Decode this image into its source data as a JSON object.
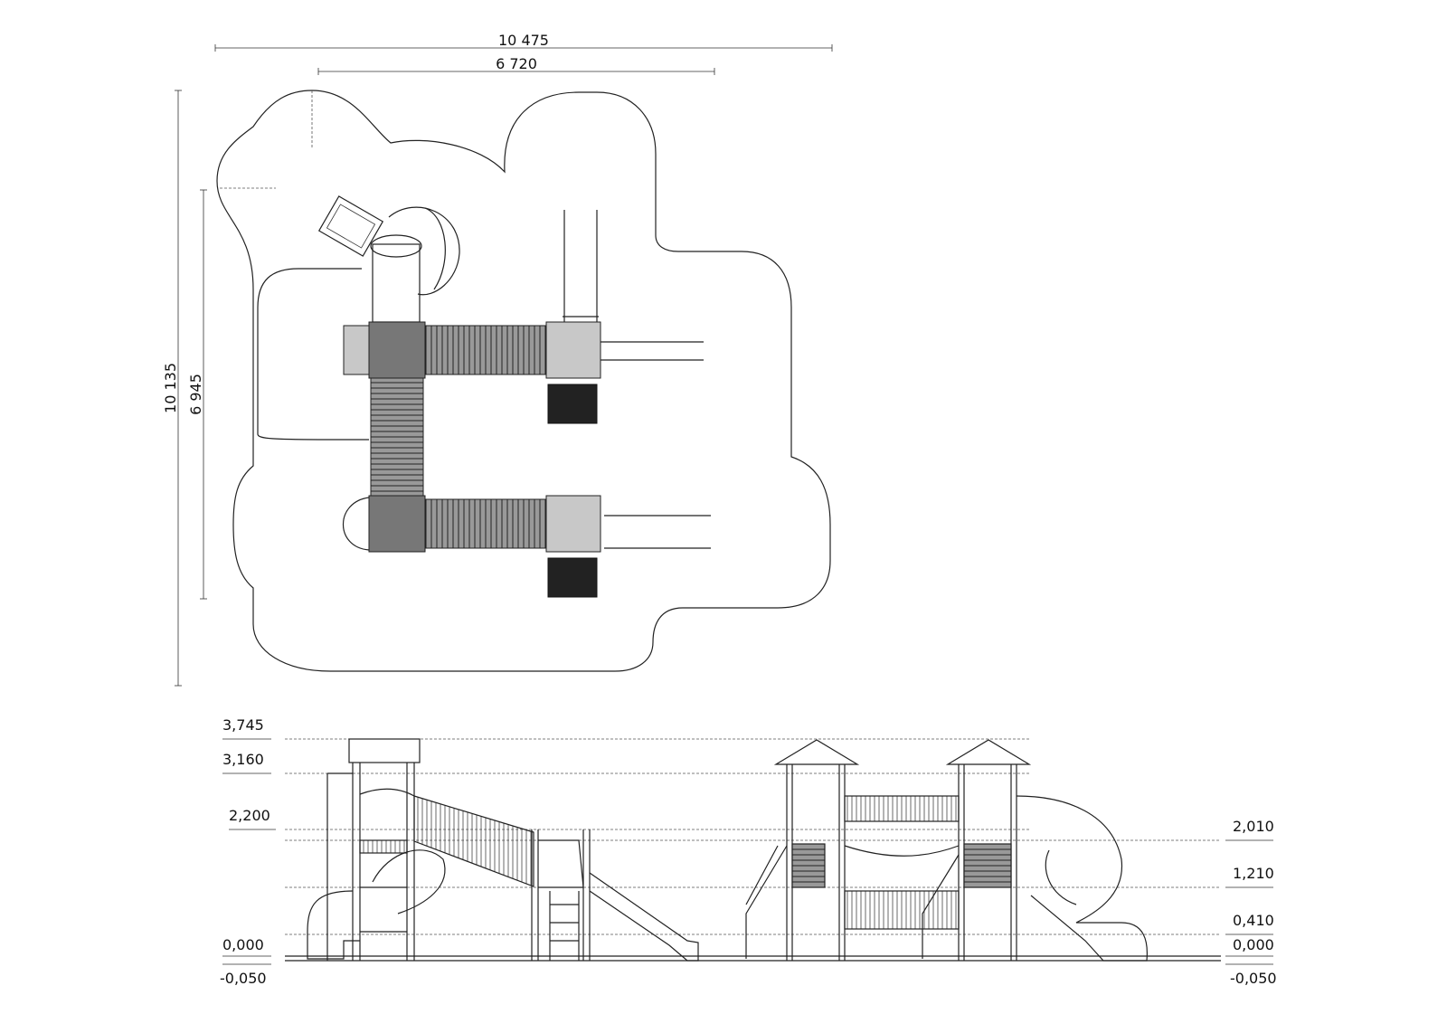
{
  "plan": {
    "dimensions": {
      "overall_width": "10 475",
      "equipment_width": "6 720",
      "overall_depth": "10 135",
      "equipment_depth": "6 945"
    }
  },
  "elevation": {
    "levels_left": [
      "3,745",
      "3,160",
      "2,200",
      "0,000",
      "-0,050"
    ],
    "levels_right": [
      "2,010",
      "1,210",
      "0,410",
      "0,000",
      "-0,050"
    ]
  }
}
